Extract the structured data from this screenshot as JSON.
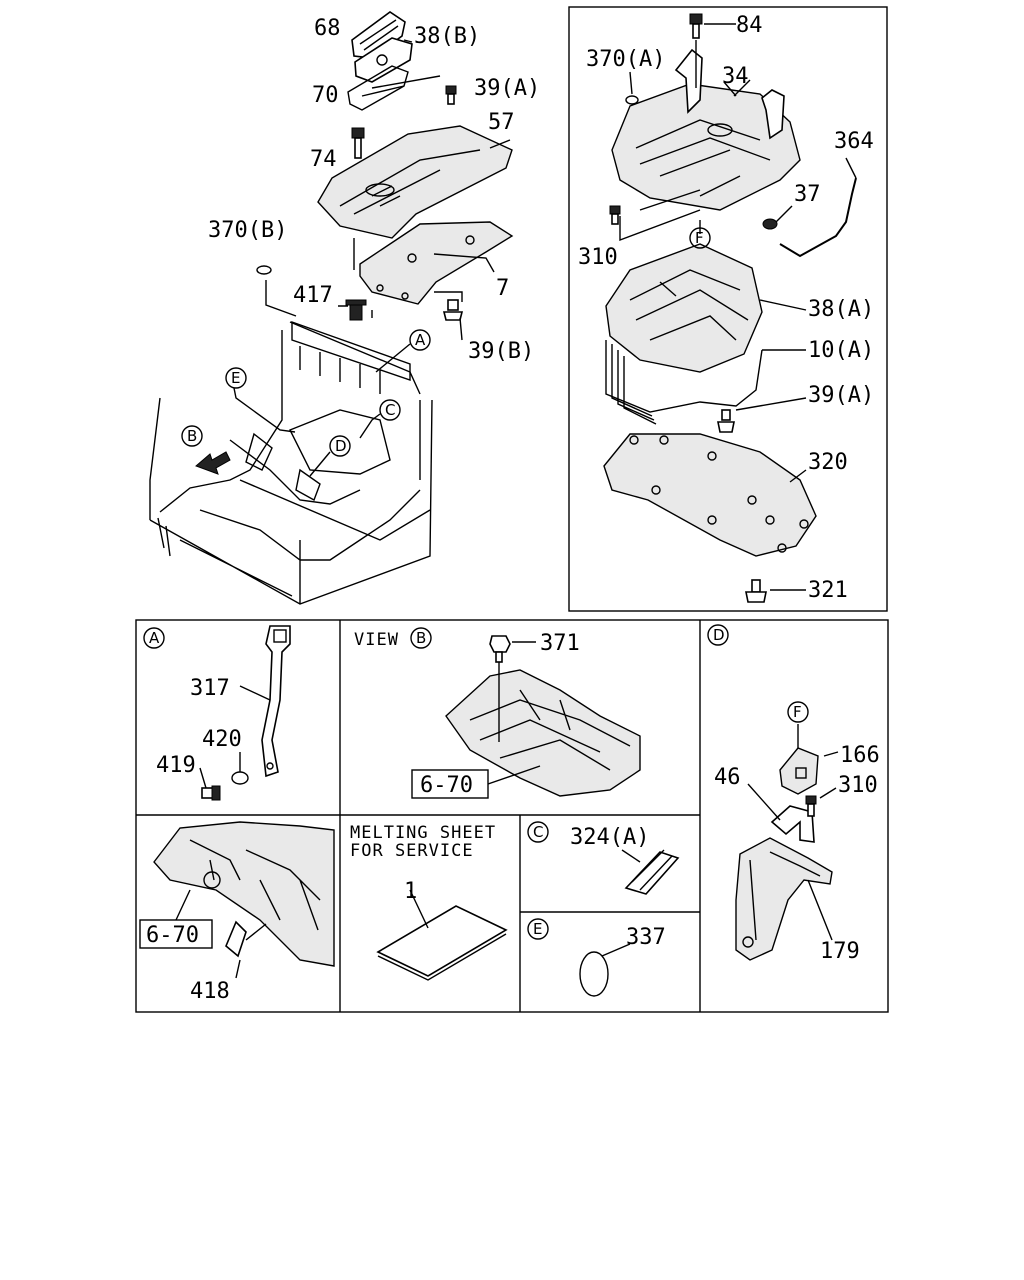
{
  "callouts": {
    "c68": "68",
    "c38b": "38(B)",
    "c70": "70",
    "c39a_top": "39(A)",
    "c57": "57",
    "c74": "74",
    "c370b": "370(B)",
    "c7": "7",
    "c417": "417",
    "c39b": "39(B)",
    "c84": "84",
    "c370a": "370(A)",
    "c34": "34",
    "c364": "364",
    "c37": "37",
    "c310_top": "310",
    "c38a": "38(A)",
    "c10a": "10(A)",
    "c39a_right": "39(A)",
    "c320": "320",
    "c321": "321",
    "c317": "317",
    "c420": "420",
    "c419": "419",
    "c371": "371",
    "c6_70_b": "6-70",
    "c6_70_lower": "6-70",
    "c418": "418",
    "c1": "1",
    "c324a": "324(A)",
    "c337": "337",
    "c166": "166",
    "c46": "46",
    "c310_d": "310",
    "c179": "179"
  },
  "markers": {
    "A": "A",
    "B": "B",
    "C": "C",
    "D": "D",
    "E": "E",
    "F": "F"
  },
  "panels": {
    "view_b_title": "VIEW",
    "melting_line1": "MELTING SHEET",
    "melting_line2": "FOR SERVICE"
  },
  "icons": [
    "bolt-icon",
    "clip-icon",
    "grommet-icon",
    "direction-arrow-icon"
  ]
}
